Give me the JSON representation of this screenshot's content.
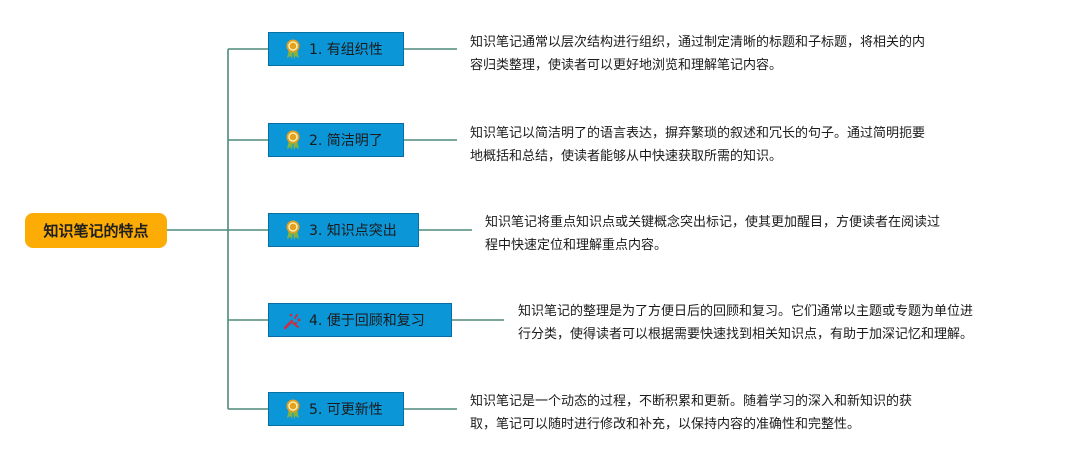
{
  "root": {
    "label": "知识笔记的特点"
  },
  "branches": [
    {
      "label": "1. 有组织性",
      "icon": "ribbon-badge-icon",
      "desc_lines": [
        "知识笔记通常以层次结构进行组织，通过制定清晰的标题和子标题，将相关的内",
        "容归类整理，使读者可以更好地浏览和理解笔记内容。"
      ]
    },
    {
      "label": "2. 简洁明了",
      "icon": "ribbon-badge-icon",
      "desc_lines": [
        "知识笔记以简洁明了的语言表达，摒弃繁琐的叙述和冗长的句子。通过简明扼要",
        "地概括和总结，使读者能够从中快速获取所需的知识。"
      ]
    },
    {
      "label": "3. 知识点突出",
      "icon": "ribbon-badge-icon",
      "desc_lines": [
        "知识笔记将重点知识点或关键概念突出标记，使其更加醒目，方便读者在阅读过",
        "程中快速定位和理解重点内容。"
      ]
    },
    {
      "label": "4. 便于回顾和复习",
      "icon": "party-popper-icon",
      "desc_lines": [
        "知识笔记的整理是为了方便日后的回顾和复习。它们通常以主题或专题为单位进",
        "行分类，使得读者可以根据需要快速找到相关知识点，有助于加深记忆和理解。"
      ]
    },
    {
      "label": "5. 可更新性",
      "icon": "ribbon-badge-icon",
      "desc_lines": [
        "知识笔记是一个动态的过程，不断积累和更新。随着学习的深入和新知识的获",
        "取，笔记可以随时进行修改和补充，以保持内容的准确性和完整性。"
      ]
    }
  ],
  "colors": {
    "root_fill": "#fcac04",
    "branch_fill": "#0b96d7",
    "connector": "#4e8a7c",
    "badge_gold": "#e3a21a",
    "badge_green": "#7fb347",
    "popper_red": "#d6283b"
  }
}
